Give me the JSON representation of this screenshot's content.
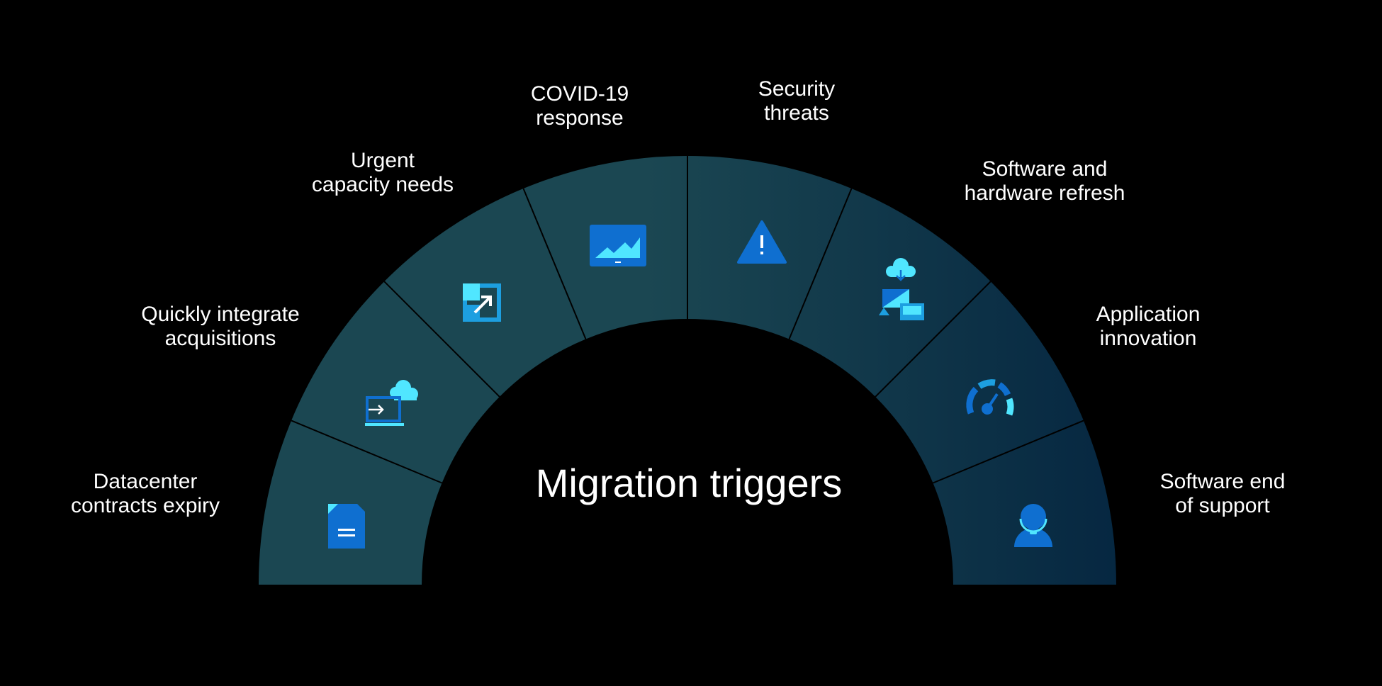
{
  "title": "Migration triggers",
  "colors": {
    "background": "#000000",
    "segment_left": "#1b4752",
    "segment_right": "#062741",
    "icon_dark": "#0f6fd0",
    "icon_light": "#50e6ff",
    "divider": "#000000"
  },
  "segments": [
    {
      "id": "datacenter",
      "icon": "document-icon",
      "label_lines": [
        "Datacenter",
        "contracts expiry"
      ]
    },
    {
      "id": "acquisitions",
      "icon": "cloud-migrate-icon",
      "label_lines": [
        "Quickly integrate",
        "acquisitions"
      ]
    },
    {
      "id": "capacity",
      "icon": "expand-icon",
      "label_lines": [
        "Urgent",
        "capacity needs"
      ]
    },
    {
      "id": "covid",
      "icon": "monitor-chart-icon",
      "label_lines": [
        "COVID-19",
        "response"
      ]
    },
    {
      "id": "security",
      "icon": "warning-icon",
      "label_lines": [
        "Security",
        "threats"
      ]
    },
    {
      "id": "refresh",
      "icon": "cloud-devices-icon",
      "label_lines": [
        "Software and",
        "hardware refresh"
      ]
    },
    {
      "id": "innovation",
      "icon": "speedometer-icon",
      "label_lines": [
        "Application",
        "innovation"
      ]
    },
    {
      "id": "support",
      "icon": "support-agent-icon",
      "label_lines": [
        "Software end",
        "of support"
      ]
    }
  ]
}
